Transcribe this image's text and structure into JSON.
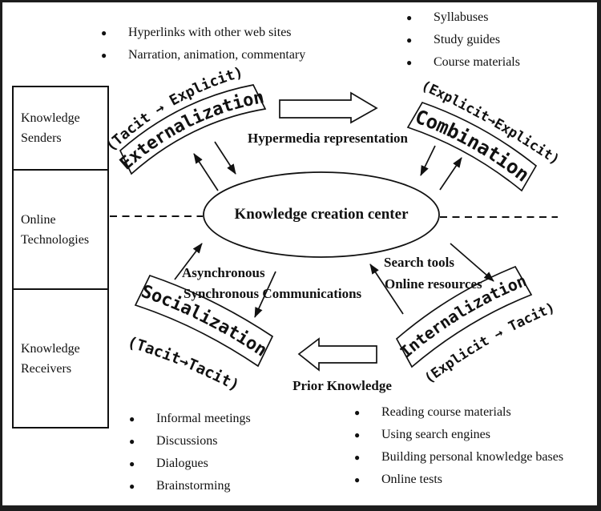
{
  "glyphs": {
    "bullet": "●"
  },
  "lists": {
    "top_left": {
      "items": [
        "Hyperlinks with other web sites",
        "Narration, animation, commentary"
      ]
    },
    "top_right": {
      "items": [
        "Syllabuses",
        "Study guides",
        "Course materials"
      ]
    },
    "bottom_left": {
      "items": [
        "Informal meetings",
        "Discussions",
        "Dialogues",
        "Brainstorming"
      ]
    },
    "bottom_right": {
      "items": [
        "Reading course materials",
        "Using search engines",
        "Building personal knowledge bases",
        "Online tests"
      ]
    }
  },
  "left_table": {
    "rows": [
      {
        "lines": [
          "Knowledge",
          "Senders"
        ]
      },
      {
        "lines": [
          "Online",
          "Technologies"
        ]
      },
      {
        "lines": [
          "Knowledge",
          "Receivers"
        ]
      }
    ]
  },
  "center": {
    "label": "Knowledge creation center"
  },
  "quadrants": {
    "externalization": {
      "name": "Externalization",
      "conversion": "(Tacit → Explicit)"
    },
    "combination": {
      "name": "Combination",
      "conversion": "(Explicit→Explicit)"
    },
    "socialization": {
      "name": "Socialization",
      "conversion": "(Tacit→Tacit)"
    },
    "internalization": {
      "name": "Internalization",
      "conversion": "(Explicit → Tacit)"
    }
  },
  "flows": {
    "hypermedia": "Hypermedia representation",
    "prior": "Prior Knowledge",
    "asynchronous": "Asynchronous",
    "synchronous": "Synchronous Communications",
    "search_tools": "Search tools",
    "online_resources": "Online resources"
  },
  "colors": {
    "ink": "#111111",
    "background": "#ffffff"
  }
}
